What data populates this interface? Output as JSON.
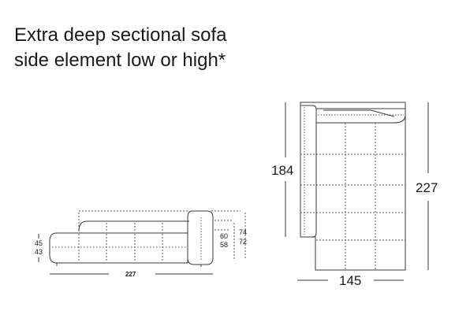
{
  "title": {
    "line1": "Extra deep sectional sofa",
    "line2": "side element low or high*"
  },
  "side_view": {
    "seat_heights": [
      "45",
      "43"
    ],
    "back_heights": [
      "60",
      "58"
    ],
    "total_heights": [
      "74",
      "72"
    ],
    "length": "227"
  },
  "top_view": {
    "arm_depth": "184",
    "total_depth": "227",
    "width": "145"
  },
  "colors": {
    "line": "#3a3a3a",
    "dashed": "#555555",
    "text": "#1a1a1a"
  }
}
